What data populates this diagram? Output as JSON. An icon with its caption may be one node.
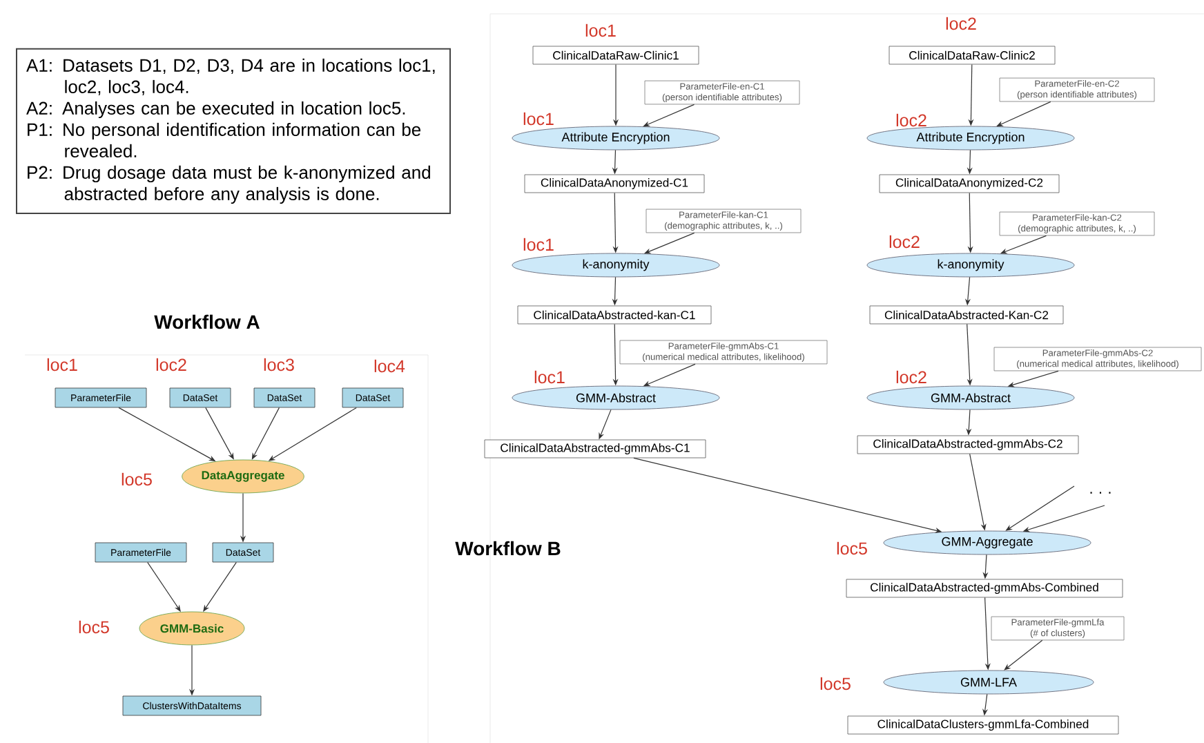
{
  "diagram": {
    "nodes": [
      {
        "text": [
          "A1: Datasets D1, D2, D3, D4 are in locations loc1, loc2, loc3, loc4.",
          "A2: Analyses can be executed in location loc5.",
          "P1: No personal identification information can be revealed.",
          "P2: Drug dosage data must be k-anonymized and abstracted before any analysis is done."
        ]
      },
      {
        "text": [
          "ParameterFile"
        ],
        "beside": [
          "loc1"
        ]
      },
      {
        "text": [
          "DataSet"
        ],
        "beside": [
          "loc2"
        ]
      },
      {
        "text": [
          "DataSet"
        ],
        "beside": [
          "loc3"
        ]
      },
      {
        "text": [
          "DataSet"
        ],
        "beside": [
          "loc4"
        ]
      },
      {
        "text": [
          "DataAggregate"
        ],
        "beside": [
          "loc5"
        ]
      },
      {
        "text": [
          "ParameterFile"
        ]
      },
      {
        "text": [
          "DataSet"
        ]
      },
      {
        "text": [
          "GMM-Basic"
        ],
        "beside": [
          "loc5"
        ]
      },
      {
        "text": [
          "ClustersWithDataItems"
        ]
      },
      {
        "text": [
          "ClinicalDataRaw-Clinic1"
        ],
        "beside": [
          "loc1"
        ]
      },
      {
        "text": [
          "ParameterFile-en-C1",
          "(person identifiable attributes)"
        ]
      },
      {
        "text": [
          "Attribute Encryption"
        ],
        "beside": [
          "loc1"
        ]
      },
      {
        "text": [
          "ClinicalDataAnonymized-C1"
        ]
      },
      {
        "text": [
          "ParameterFile-kan-C1",
          "(demographic attributes, k, ..)"
        ]
      },
      {
        "text": [
          "k-anonymity"
        ],
        "beside": [
          "loc1"
        ]
      },
      {
        "text": [
          "ClinicalDataAbstracted-kan-C1"
        ]
      },
      {
        "text": [
          "ParameterFile-gmmAbs-C1",
          "(numerical medical attributes, likelihood)"
        ]
      },
      {
        "text": [
          "GMM-Abstract"
        ],
        "beside": [
          "loc1"
        ]
      },
      {
        "text": [
          "ClinicalDataAbstracted-gmmAbs-C1"
        ]
      },
      {
        "text": [
          "ClinicalDataRaw-Clinic2"
        ],
        "beside": [
          "loc2"
        ]
      },
      {
        "text": [
          "ParameterFile-en-C2",
          "(person identifiable attributes)"
        ]
      },
      {
        "text": [
          "Attribute Encryption"
        ],
        "beside": [
          "loc2"
        ]
      },
      {
        "text": [
          "ClinicalDataAnonymized-C2"
        ]
      },
      {
        "text": [
          "ParameterFile-kan-C2",
          "(demographic attributes, k, ..)"
        ]
      },
      {
        "text": [
          "k-anonymity"
        ],
        "beside": [
          "loc2"
        ]
      },
      {
        "text": [
          "ClinicalDataAbstracted-Kan-C2"
        ]
      },
      {
        "text": [
          "ParameterFile-gmmAbs-C2",
          "(numerical medical attributes, likelihood)"
        ]
      },
      {
        "text": [
          "GMM-Abstract"
        ],
        "beside": [
          "loc2"
        ]
      },
      {
        "text": [
          "ClinicalDataAbstracted-gmmAbs-C2"
        ]
      },
      {
        "text": [
          "GMM-Aggregate"
        ],
        "beside": [
          "loc5"
        ]
      },
      {
        "text": [
          "ClinicalDataAbstracted-gmmAbs-Combined"
        ]
      },
      {
        "text": [
          "ParameterFile-gmmLfa",
          "(# of clusters)"
        ]
      },
      {
        "text": [
          "GMM-LFA"
        ],
        "beside": [
          "loc5"
        ]
      },
      {
        "text": [
          "ClinicalDataClusters-gmmLfa-Combined"
        ]
      }
    ],
    "edges": [
      {
        "from": 1,
        "to": 5,
        "arrow": "to"
      },
      {
        "from": 2,
        "to": 5,
        "arrow": "to"
      },
      {
        "from": 3,
        "to": 5,
        "arrow": "to"
      },
      {
        "from": 4,
        "to": 5,
        "arrow": "to"
      },
      {
        "from": 5,
        "to": 7,
        "arrow": "to"
      },
      {
        "from": 6,
        "to": 8,
        "arrow": "to"
      },
      {
        "from": 7,
        "to": 8,
        "arrow": "to"
      },
      {
        "from": 8,
        "to": 9,
        "arrow": "to"
      },
      {
        "from": 10,
        "to": 12,
        "arrow": "to"
      },
      {
        "from": 11,
        "to": 12,
        "arrow": "to"
      },
      {
        "from": 12,
        "to": 13,
        "arrow": "to"
      },
      {
        "from": 13,
        "to": 15,
        "arrow": "to"
      },
      {
        "from": 14,
        "to": 15,
        "arrow": "to"
      },
      {
        "from": 15,
        "to": 16,
        "arrow": "to"
      },
      {
        "from": 16,
        "to": 18,
        "arrow": "to"
      },
      {
        "from": 17,
        "to": 18,
        "arrow": "to"
      },
      {
        "from": 18,
        "to": 19,
        "arrow": "to"
      },
      {
        "from": 20,
        "to": 22,
        "arrow": "to"
      },
      {
        "from": 21,
        "to": 22,
        "arrow": "to"
      },
      {
        "from": 22,
        "to": 23,
        "arrow": "to"
      },
      {
        "from": 23,
        "to": 25,
        "arrow": "to"
      },
      {
        "from": 24,
        "to": 25,
        "arrow": "to"
      },
      {
        "from": 25,
        "to": 26,
        "arrow": "to"
      },
      {
        "from": 26,
        "to": 28,
        "arrow": "to"
      },
      {
        "from": 27,
        "to": 28,
        "arrow": "to"
      },
      {
        "from": 28,
        "to": 29,
        "arrow": "to"
      },
      {
        "from": 19,
        "to": 30,
        "arrow": "to"
      },
      {
        "from": 29,
        "to": 30,
        "arrow": "to"
      },
      {
        "from": null,
        "to": 30,
        "arrow": "to"
      },
      {
        "from": null,
        "to": 30,
        "arrow": "to"
      },
      {
        "from": 30,
        "to": 31,
        "arrow": "to"
      },
      {
        "from": 31,
        "to": 33,
        "arrow": "to"
      },
      {
        "from": 32,
        "to": 33,
        "arrow": "to"
      },
      {
        "from": 33,
        "to": 34,
        "arrow": "to"
      }
    ],
    "labels": [
      "Workflow A",
      "Workflow B",
      "· · ·"
    ]
  }
}
